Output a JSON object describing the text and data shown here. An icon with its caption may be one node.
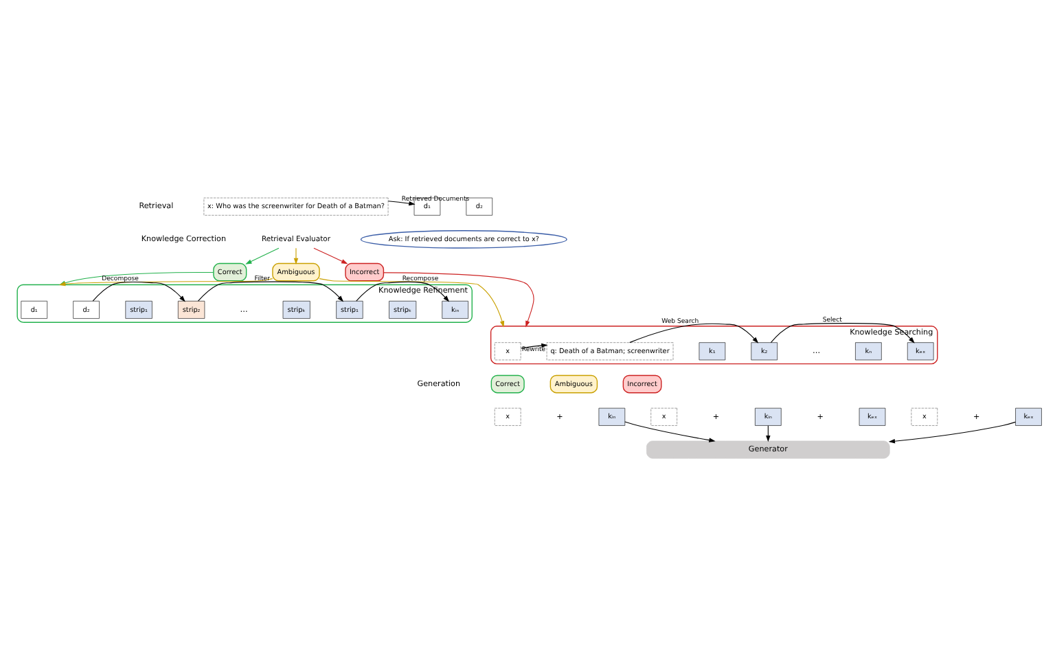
{
  "diagram": {
    "nodes": [
      {
        "text": [
          "x: Who was the screenwriter for Death of a Batman?"
        ]
      },
      {
        "text": [
          "d₁"
        ]
      },
      {
        "text": [
          "d₂"
        ]
      },
      {
        "text": [
          "Retrieval Evaluator"
        ]
      },
      {
        "text": [
          "Ask: If retrieved documents are correct to x?"
        ]
      },
      {
        "text": [
          "Correct"
        ]
      },
      {
        "text": [
          "Ambiguous"
        ]
      },
      {
        "text": [
          "Incorrect"
        ]
      },
      {
        "text": [
          "Knowledge Refinement"
        ]
      },
      {
        "text": [
          "d₁"
        ],
        "in": 8
      },
      {
        "text": [
          "d₂"
        ],
        "in": 8
      },
      {
        "text": [
          "strip₁"
        ],
        "in": 8
      },
      {
        "text": [
          "strip₂"
        ],
        "in": 8
      },
      {
        "text": [
          "stripₖ"
        ],
        "in": 8
      },
      {
        "text": [
          "strip₁"
        ],
        "in": 8
      },
      {
        "text": [
          "stripₖ"
        ],
        "in": 8
      },
      {
        "text": [
          "kᵢₙ"
        ],
        "in": 8
      },
      {
        "text": [
          "Knowledge Searching"
        ]
      },
      {
        "text": [
          "x"
        ],
        "in": 17
      },
      {
        "text": [
          "q: Death of a Batman; screenwriter"
        ],
        "in": 17
      },
      {
        "text": [
          "k₁"
        ],
        "in": 17
      },
      {
        "text": [
          "k₂"
        ],
        "in": 17
      },
      {
        "text": [
          "kₙ"
        ],
        "in": 17
      },
      {
        "text": [
          "kₑₓ"
        ],
        "in": 17
      },
      {
        "text": [
          "Correct"
        ]
      },
      {
        "text": [
          "x"
        ]
      },
      {
        "text": [
          "kᵢₙ"
        ]
      },
      {
        "text": [
          "Ambiguous"
        ]
      },
      {
        "text": [
          "x"
        ]
      },
      {
        "text": [
          "kᵢₙ"
        ]
      },
      {
        "text": [
          "kₑₓ"
        ]
      },
      {
        "text": [
          "Incorrect"
        ]
      },
      {
        "text": [
          "x"
        ]
      },
      {
        "text": [
          "kₑₓ"
        ]
      },
      {
        "text": [
          "Generator"
        ]
      }
    ],
    "edges": [
      {
        "from": 0,
        "to": 1,
        "arrow": "to",
        "label": "Retrieved Documents"
      },
      {
        "from": 3,
        "to": 5,
        "arrow": "to",
        "color": "#22b14c"
      },
      {
        "from": 3,
        "to": 6,
        "arrow": "to",
        "color": "#c9a000"
      },
      {
        "from": 3,
        "to": 7,
        "arrow": "to",
        "color": "#cc2222"
      },
      {
        "from": 5,
        "to": 8,
        "arrow": "to",
        "color": "#22b14c"
      },
      {
        "from": 6,
        "to": 8,
        "arrow": "to",
        "color": "#c9a000"
      },
      {
        "from": 6,
        "to": 17,
        "arrow": "to",
        "color": "#c9a000"
      },
      {
        "from": 7,
        "to": 17,
        "arrow": "to",
        "color": "#cc2222"
      },
      {
        "from": 10,
        "to": 12,
        "arrow": "to",
        "label": "Decompose"
      },
      {
        "from": 12,
        "to": 14,
        "arrow": "to",
        "label": "Filter"
      },
      {
        "from": 14,
        "to": 16,
        "arrow": "to",
        "label": "Recompose"
      },
      {
        "from": 18,
        "to": 19,
        "arrow": "to",
        "label": "Rewrite"
      },
      {
        "from": 19,
        "to": 21,
        "arrow": "to",
        "label": "Web Search"
      },
      {
        "from": 21,
        "to": 23,
        "arrow": "to",
        "label": "Select"
      },
      {
        "from": 26,
        "to": 34,
        "arrow": "to"
      },
      {
        "from": 29,
        "to": 34,
        "arrow": "to"
      },
      {
        "from": 33,
        "to": 34,
        "arrow": "to"
      }
    ],
    "labels": [
      "Retrieval",
      "Knowledge Correction",
      "…",
      "…",
      "Generation",
      "+",
      "+",
      "+",
      "+"
    ]
  }
}
